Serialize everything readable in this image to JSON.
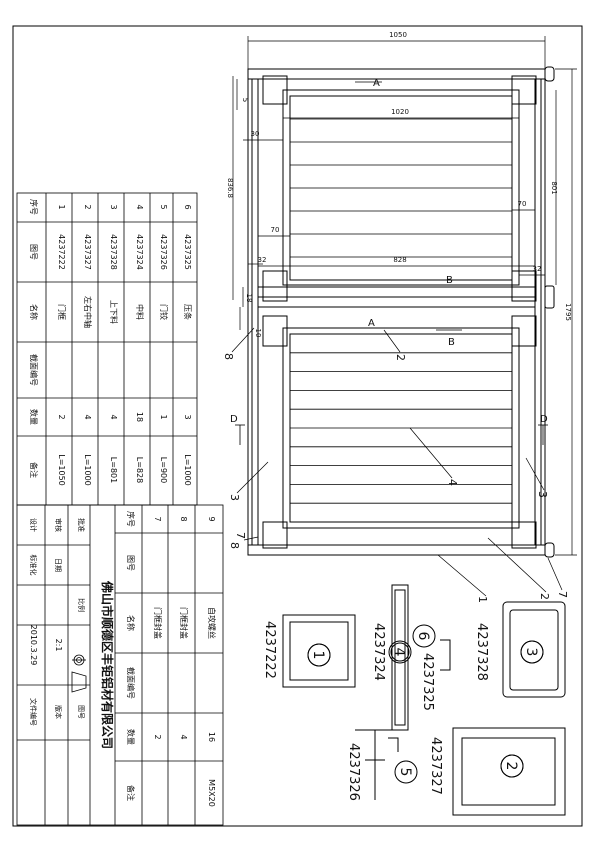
{
  "company": "佛山市顺德区丰钜铝材有限公司",
  "scale": "2:1",
  "date": "2010.3.29",
  "title_block_labels": [
    "设计",
    "审核",
    "批准",
    "标准化",
    "日期",
    "比例",
    "文件编号",
    "版本",
    "图号"
  ],
  "dimensions": {
    "overall_width": "1050",
    "inner_width": "1020",
    "mid_width": "828",
    "overall_height": "1795",
    "panel_height": "801",
    "side_height": "836.8",
    "d5": "5",
    "d30": "30",
    "d70a": "70",
    "d70b": "70",
    "d32a": "32",
    "d32b": "32",
    "d18": "18",
    "d10": "10"
  },
  "section_markers": [
    "A",
    "A",
    "B",
    "B",
    "D",
    "D"
  ],
  "callouts": [
    "1",
    "2",
    "2",
    "3",
    "3",
    "4",
    "7",
    "7",
    "8",
    "8"
  ],
  "bom_headers": [
    "序号",
    "图号",
    "名称",
    "截面编号",
    "数量",
    "备注"
  ],
  "bom_rows": [
    [
      "1",
      "4237222",
      "门框",
      "",
      "2",
      "L=1050"
    ],
    [
      "2",
      "4237327",
      "左右中轴",
      "",
      "4",
      "L=1000"
    ],
    [
      "3",
      "4237328",
      "上下料",
      "",
      "4",
      "L=801"
    ],
    [
      "4",
      "4237324",
      "中料",
      "",
      "18",
      "L=828"
    ],
    [
      "5",
      "4237326",
      "门铰",
      "",
      "1",
      "L=900"
    ],
    [
      "6",
      "4237325",
      "压条",
      "",
      "3",
      "L=1000"
    ]
  ],
  "bom2_headers": [
    "序号",
    "图号",
    "名称",
    "截面编号",
    "数量",
    "备注"
  ],
  "bom2_rows": [
    [
      "7",
      "",
      "门框封盖",
      "",
      "2",
      ""
    ],
    [
      "8",
      "",
      "门框封盖",
      "",
      "4",
      ""
    ],
    [
      "9",
      "",
      "自攻螺丝",
      "",
      "16",
      "M5X20"
    ]
  ],
  "profiles": [
    {
      "num": "1",
      "code": "4237222"
    },
    {
      "num": "2",
      "code": "4237327"
    },
    {
      "num": "3",
      "code": "4237328"
    },
    {
      "num": "4",
      "code": "4237324"
    },
    {
      "num": "5",
      "code": "4237326"
    },
    {
      "num": "6",
      "code": "4237325"
    }
  ]
}
